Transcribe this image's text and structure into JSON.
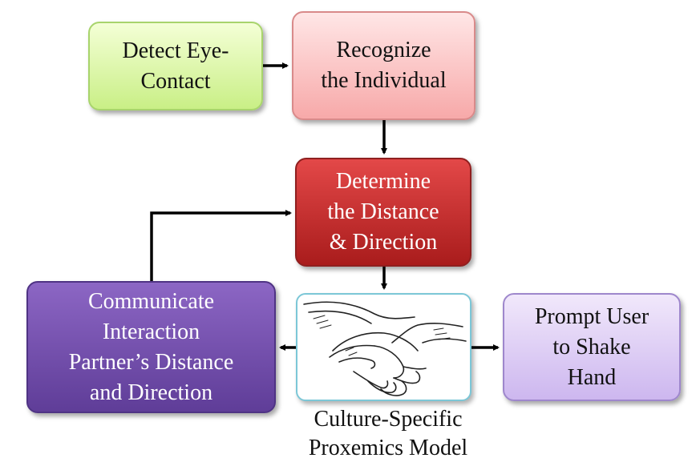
{
  "nodes": {
    "detect": "Detect Eye-\nContact",
    "recognize": "Recognize\nthe Individual",
    "determine": "Determine\nthe Distance\n& Direction",
    "communicate": "Communicate\nInteraction\nPartner’s Distance\nand Direction",
    "prompt": "Prompt User\nto Shake\nHand",
    "proxemics_label": "Culture-Specific\nProxemics Model"
  },
  "icons": {
    "center_image": "handshake-illustration"
  },
  "colors": {
    "detect_fill": "#c9ef86",
    "recognize_fill": "#f7a9a9",
    "determine_fill": "#c12a2a",
    "communicate_fill": "#6f4aa8",
    "prompt_fill": "#d8c6f2",
    "proxemics_border": "#7cc7d7",
    "arrow": "#000000"
  }
}
